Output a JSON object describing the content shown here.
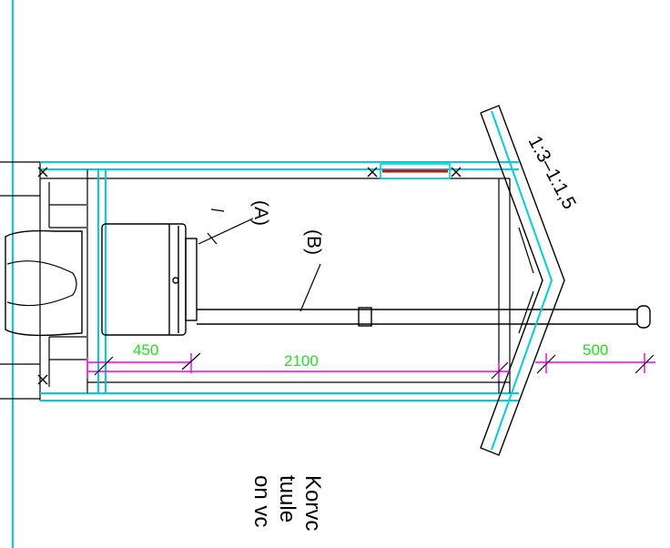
{
  "drawing": {
    "callouts": {
      "a": "(A)",
      "b": "(B)"
    },
    "slope": "1:3–1:1,5",
    "dimensions": {
      "d450": "450",
      "d2100": "2100",
      "d500": "500"
    },
    "note_lines": [
      "Korvc",
      "tuule",
      "on  vc"
    ]
  },
  "colors": {
    "cyan": "#00ccdd",
    "magenta": "#ee00ee",
    "green": "#22dd22",
    "red": "#dd0000",
    "black": "#000000"
  }
}
